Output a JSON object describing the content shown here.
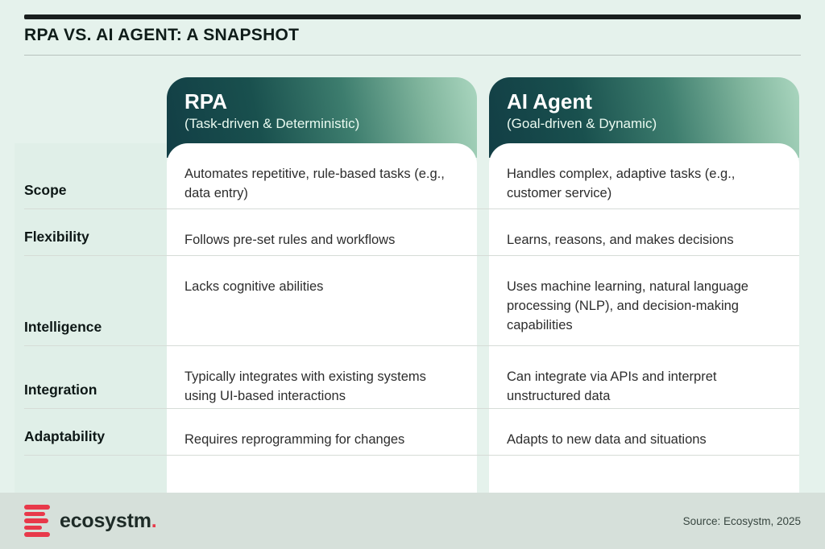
{
  "header": {
    "title": "RPA VS. AI AGENT: A SNAPSHOT"
  },
  "columns": [
    {
      "name": "RPA",
      "subtitle": "(Task-driven & Deterministic)"
    },
    {
      "name": "AI Agent",
      "subtitle": "(Goal-driven & Dynamic)"
    }
  ],
  "rows": [
    {
      "label": "Scope",
      "rpa": "Automates repetitive, rule-based tasks (e.g., data entry)",
      "ai_agent": "Handles complex, adaptive tasks (e.g., customer service)"
    },
    {
      "label": "Flexibility",
      "rpa": "Follows pre-set rules and workflows",
      "ai_agent": "Learns, reasons, and makes decisions"
    },
    {
      "label": "Intelligence",
      "rpa": "Lacks cognitive abilities",
      "ai_agent": "Uses machine learning, natural language processing (NLP), and decision-making capabilities"
    },
    {
      "label": "Integration",
      "rpa": "Typically integrates with existing systems using UI-based interactions",
      "ai_agent": "Can integrate via APIs and interpret unstructured data"
    },
    {
      "label": "Adaptability",
      "rpa": "Requires reprogramming for changes",
      "ai_agent": "Adapts to new data and situations"
    }
  ],
  "footer": {
    "brand": "ecosystm",
    "brand_dot": ".",
    "logo_icon": "ecosystm-bars-logo",
    "source": "Source: Ecosystm, 2025"
  },
  "colors": {
    "page_background": "#e5f2ec",
    "header_gradient_dark": "#123e45",
    "header_gradient_light": "#aad6bf",
    "accent_red": "#e8394a",
    "footer_band": "#d6e0da",
    "divider": "#d6dcd7",
    "title_text": "#0f1c19",
    "cell_text": "#2d2d2d"
  }
}
